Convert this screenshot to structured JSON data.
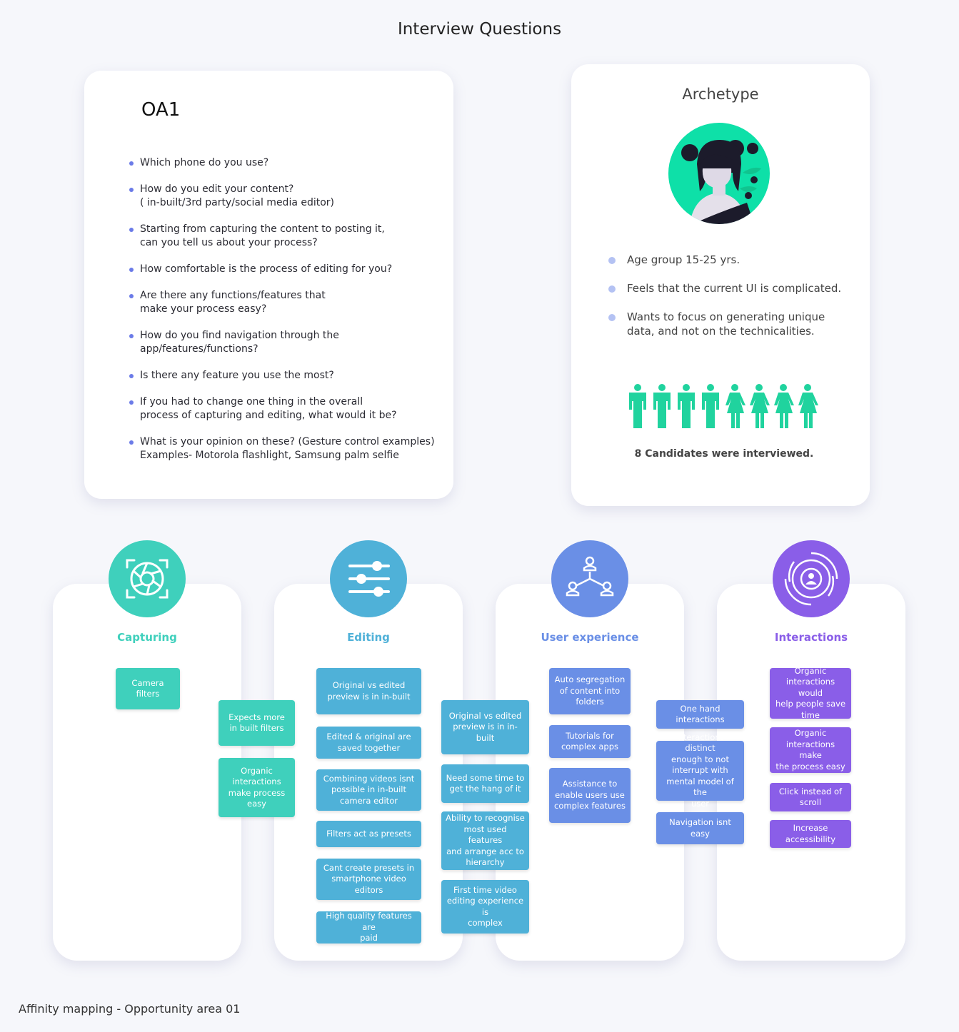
{
  "page_title": "Interview Questions",
  "footer": "Affinity mapping - Opportunity area 01",
  "oa": {
    "title": "OA1",
    "questions": [
      "Which phone do you use?",
      "How do you edit your content?\n( in-built/3rd party/social media editor)",
      "Starting from capturing the content to posting it,\ncan you tell us about your process?",
      "How comfortable is the process of editing for you?",
      "Are there any functions/features that\nmake your process easy?",
      "How do you find navigation through the\napp/features/functions?",
      "Is there any feature you use the most?",
      "If you had to change one thing in the overall\nprocess of capturing and editing, what would it be?",
      "What is your opinion on these? (Gesture control examples)\nExamples- Motorola flashlight, Samsung palm selfie"
    ]
  },
  "archetype": {
    "title": "Archetype",
    "traits": [
      "Age group 15-25 yrs.",
      "Feels that the current UI is complicated.",
      "Wants to focus on generating unique\ndata, and not on the technicalities."
    ],
    "candidates_text": "8 Candidates were interviewed.",
    "male_count": 4,
    "female_count": 4,
    "figure_color": "#20d39e"
  },
  "categories": {
    "capturing": {
      "label": "Capturing",
      "color": "#3fd0bc",
      "icon": "camera-aperture-icon"
    },
    "editing": {
      "label": "Editing",
      "color": "#4fb1d8",
      "icon": "sliders-icon"
    },
    "ux": {
      "label": "User experience",
      "color": "#6a8fe6",
      "icon": "hierarchy-icon"
    },
    "interactions": {
      "label": "Interactions",
      "color": "#8a5ee8",
      "icon": "user-target-icon"
    }
  },
  "notes": {
    "camera_filters": "Camera\nfilters",
    "expects_filters": "Expects more\nin built filters",
    "organic_easy": "Organic\ninteractions\nmake process\neasy",
    "orig_edited_1": "Original vs edited\npreview is in in-built",
    "edited_saved": "Edited & original are\nsaved together",
    "combining_videos": "Combining videos isnt\npossible in in-built\ncamera editor",
    "filters_presets": "Filters act as presets",
    "cant_create_presets": "Cant create presets in\nsmartphone video\neditors",
    "high_quality_paid": "High quality features are\npaid",
    "orig_edited_2": "Original vs edited\npreview is in in-built",
    "need_time": "Need some time to\nget the hang of it",
    "recognise_features": "Ability to recognise\nmost used features\nand arrange acc to\nhierarchy",
    "first_time": "First time video\nediting experience is\ncomplex",
    "auto_segregation": "Auto segregation\nof content into\nfolders",
    "tutorials": "Tutorials for\ncomplex apps",
    "assistance": "Assistance to\nenable users use\ncomplex features",
    "one_hand": "One hand\ninteractions",
    "interactions_distinct": "Interactions distinct\nenough to not\ninterrupt with\nmental model of the\nuser",
    "navigation_not_easy": "Navigation isnt easy",
    "organic_save_time": "Organic\ninteractions would\nhelp people save\ntime",
    "organic_process_easy": "Organic\ninteractions make\nthe process easy",
    "click_scroll": "Click instead of\nscroll",
    "accessibility": "Increase\naccessibility"
  }
}
